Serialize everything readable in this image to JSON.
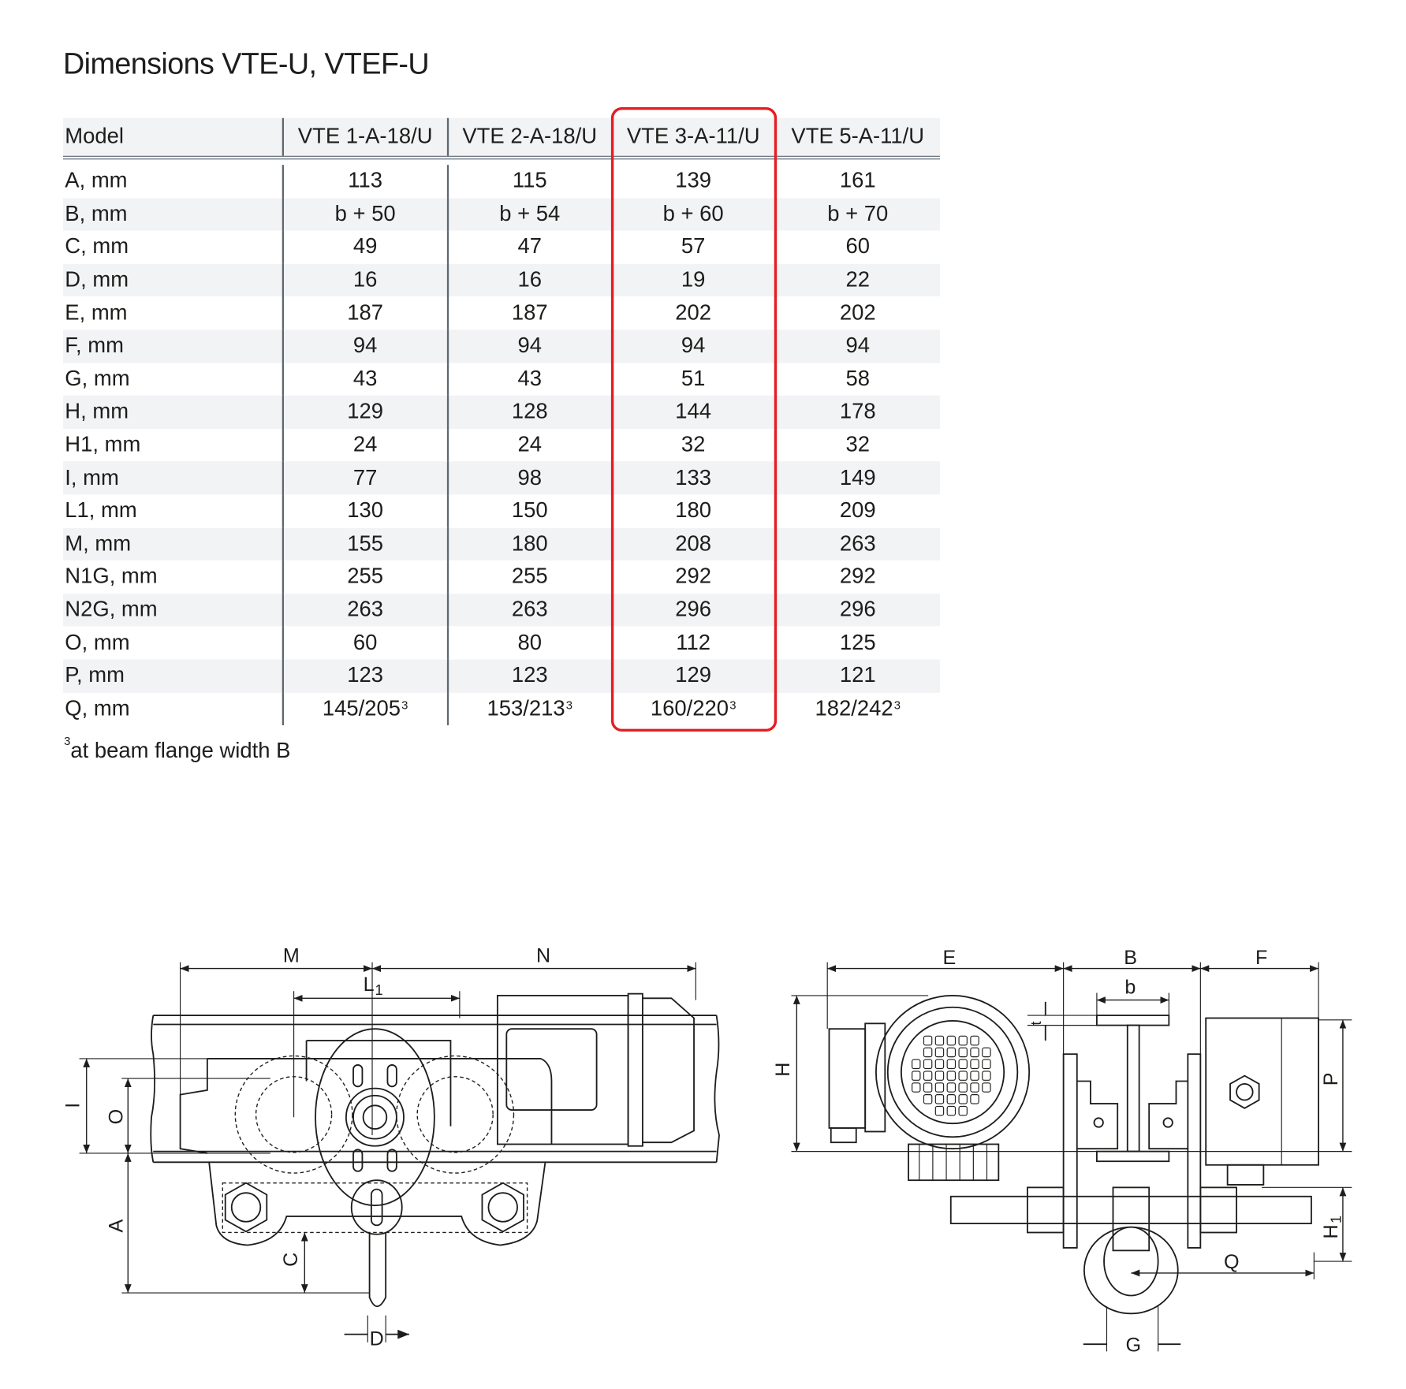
{
  "title": "Dimensions VTE-U, VTEF-U",
  "table": {
    "headers": [
      "Model",
      "VTE 1-A-18/U",
      "VTE 2-A-18/U",
      "VTE 3-A-11/U",
      "VTE 5-A-11/U"
    ],
    "highlighted_column": "VTE 3-A-11/U",
    "highlight_color": "#e31e24",
    "rows": [
      {
        "label": "A, mm",
        "values": [
          "113",
          "115",
          "139",
          "161"
        ]
      },
      {
        "label": "B, mm",
        "values": [
          "b + 50",
          "b + 54",
          "b + 60",
          "b + 70"
        ]
      },
      {
        "label": "C, mm",
        "values": [
          "49",
          "47",
          "57",
          "60"
        ]
      },
      {
        "label": "D, mm",
        "values": [
          "16",
          "16",
          "19",
          "22"
        ]
      },
      {
        "label": "E, mm",
        "values": [
          "187",
          "187",
          "202",
          "202"
        ]
      },
      {
        "label": "F, mm",
        "values": [
          "94",
          "94",
          "94",
          "94"
        ]
      },
      {
        "label": "G, mm",
        "values": [
          "43",
          "43",
          "51",
          "58"
        ]
      },
      {
        "label": "H, mm",
        "values": [
          "129",
          "128",
          "144",
          "178"
        ]
      },
      {
        "label": "H1, mm",
        "values": [
          "24",
          "24",
          "32",
          "32"
        ]
      },
      {
        "label": "I, mm",
        "values": [
          "77",
          "98",
          "133",
          "149"
        ]
      },
      {
        "label": "L1, mm",
        "values": [
          "130",
          "150",
          "180",
          "209"
        ]
      },
      {
        "label": "M, mm",
        "values": [
          "155",
          "180",
          "208",
          "263"
        ]
      },
      {
        "label": "N1G, mm",
        "values": [
          "255",
          "255",
          "292",
          "292"
        ]
      },
      {
        "label": "N2G, mm",
        "values": [
          "263",
          "263",
          "296",
          "296"
        ]
      },
      {
        "label": "O, mm",
        "values": [
          "60",
          "80",
          "112",
          "125"
        ]
      },
      {
        "label": "P, mm",
        "values": [
          "123",
          "123",
          "129",
          "121"
        ]
      },
      {
        "label": "Q, mm",
        "values": [
          "145/205",
          "153/213",
          "160/220",
          "182/242"
        ],
        "sup": "3"
      }
    ]
  },
  "footnote": {
    "mark": "3",
    "text": "at beam flange width B"
  },
  "drawing": {
    "side_view_labels": {
      "M": "M",
      "N": "N",
      "L1": "L",
      "L1_sub": "1",
      "I": "I",
      "O": "O",
      "A": "A",
      "C": "C",
      "D": "D"
    },
    "front_view_labels": {
      "E": "E",
      "B": "B",
      "F": "F",
      "b": "b",
      "t": "t",
      "H": "H",
      "P": "P",
      "H1": "H",
      "H1_sub": "1",
      "Q": "Q",
      "G": "G"
    }
  }
}
